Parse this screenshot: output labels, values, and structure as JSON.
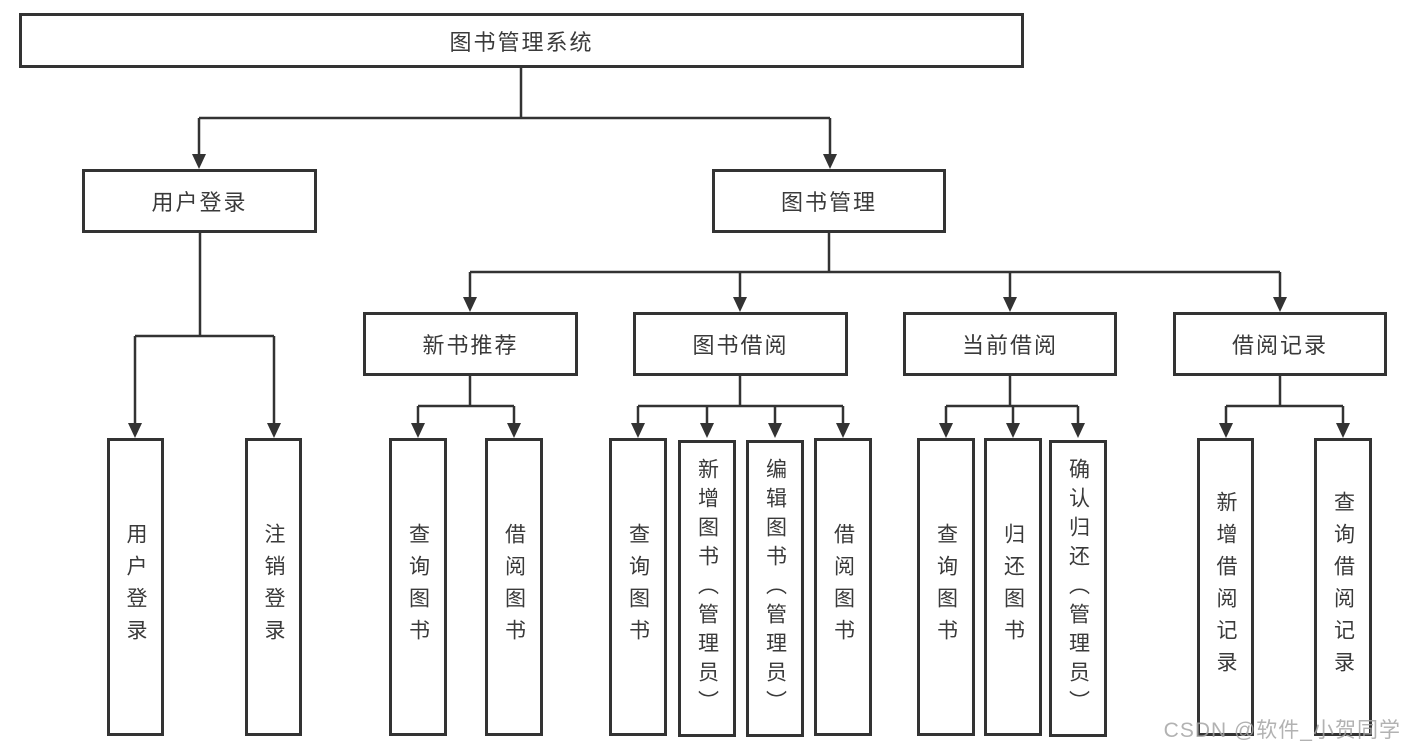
{
  "diagram": {
    "type": "tree",
    "root": {
      "label": "图书管理系统",
      "children": [
        {
          "label": "用户登录",
          "children": [
            {
              "label": "用户登录"
            },
            {
              "label": "注销登录"
            }
          ]
        },
        {
          "label": "图书管理",
          "children": [
            {
              "label": "新书推荐",
              "children": [
                {
                  "label": "查询图书"
                },
                {
                  "label": "借阅图书"
                }
              ]
            },
            {
              "label": "图书借阅",
              "children": [
                {
                  "label": "查询图书"
                },
                {
                  "label": "新增图书（管理员）"
                },
                {
                  "label": "编辑图书（管理员）"
                },
                {
                  "label": "借阅图书"
                }
              ]
            },
            {
              "label": "当前借阅",
              "children": [
                {
                  "label": "查询图书"
                },
                {
                  "label": "归还图书"
                },
                {
                  "label": "确认归还（管理员）"
                }
              ]
            },
            {
              "label": "借阅记录",
              "children": [
                {
                  "label": "新增借阅记录"
                },
                {
                  "label": "查询借阅记录"
                }
              ]
            }
          ]
        }
      ]
    }
  },
  "watermark": {
    "text": "CSDN @软件_小贺同学"
  },
  "colors": {
    "background": "#ffffff",
    "box_border": "#333333",
    "connector_line": "#333333",
    "text": "#3a3a3a",
    "watermark": "#a5a5a5"
  }
}
